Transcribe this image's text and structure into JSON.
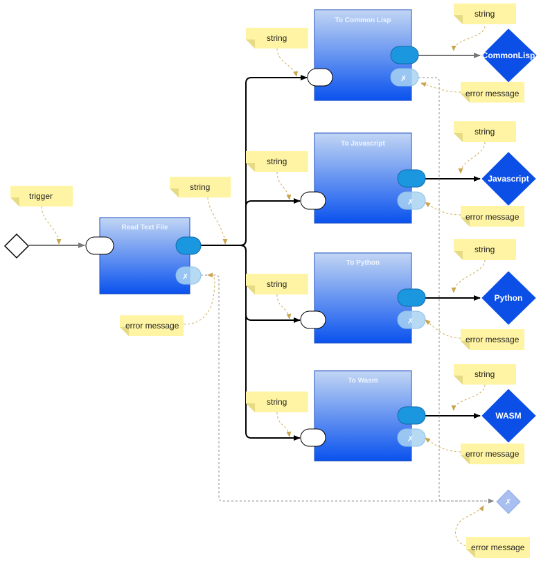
{
  "start": {
    "name": "trigger"
  },
  "source": {
    "title": "Read Text File",
    "input_note": "trigger",
    "output_note": "string",
    "error_note": "error message"
  },
  "converters": [
    {
      "title": "To Common Lisp",
      "input_note": "string",
      "output_note": "string",
      "error_note": "error message",
      "target": "CommonLisp"
    },
    {
      "title": "To Javascript",
      "input_note": "string",
      "output_note": "string",
      "error_note": "error message",
      "target": "Javascript"
    },
    {
      "title": "To Python",
      "input_note": "string",
      "output_note": "string",
      "error_note": "error message",
      "target": "Python"
    },
    {
      "title": "To Wasm",
      "input_note": "string",
      "output_note": "string",
      "error_note": "error message",
      "target": "WASM"
    }
  ],
  "error_sink": {
    "icon": "error-x-icon",
    "note": "error message"
  },
  "colors": {
    "process_top": "#bdd3f4",
    "process_bottom": "#0a55ee",
    "port_out": "#1b97e0",
    "port_error": "#9dcaf0",
    "target": "#0b4fe6",
    "note": "#fff4a3",
    "note_fold": "#e6da85",
    "flow_dash": "#d4b25a"
  }
}
